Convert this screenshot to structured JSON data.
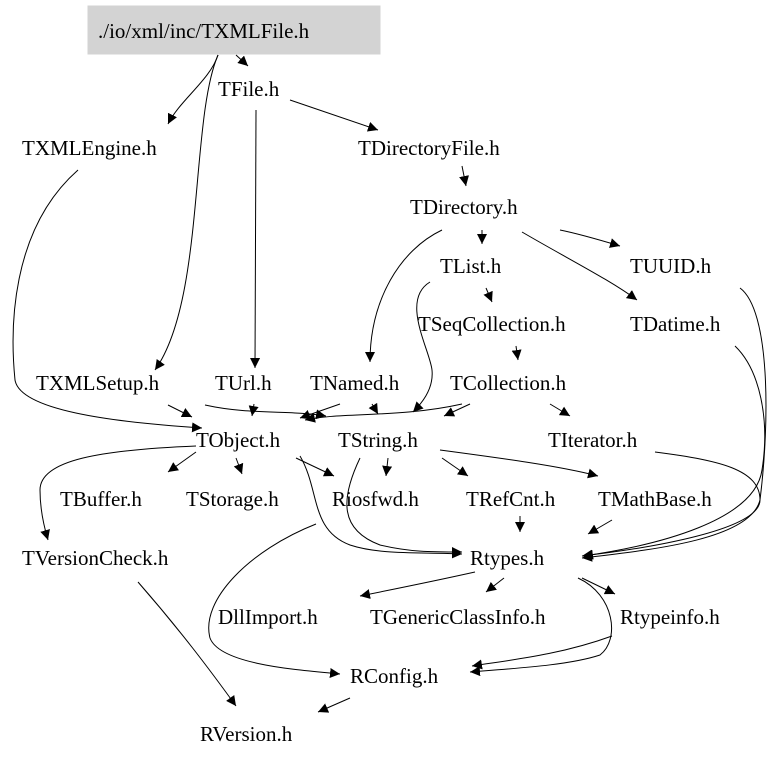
{
  "graph": {
    "root": "./io/xml/inc/TXMLFile.h",
    "nodes": {
      "txmlfile": "./io/xml/inc/TXMLFile.h",
      "tfile": "TFile.h",
      "txmlengine": "TXMLEngine.h",
      "tdirectoryfile": "TDirectoryFile.h",
      "tdirectory": "TDirectory.h",
      "tlist": "TList.h",
      "tuuid": "TUUID.h",
      "tseqcollection": "TSeqCollection.h",
      "tdatime": "TDatime.h",
      "txmlsetup": "TXMLSetup.h",
      "turl": "TUrl.h",
      "tnamed": "TNamed.h",
      "tcollection": "TCollection.h",
      "tobject": "TObject.h",
      "tstring": "TString.h",
      "titerator": "TIterator.h",
      "tbuffer": "TBuffer.h",
      "tstorage": "TStorage.h",
      "riosfwd": "Riosfwd.h",
      "trefcnt": "TRefCnt.h",
      "tmathbase": "TMathBase.h",
      "tversioncheck": "TVersionCheck.h",
      "rtypes": "Rtypes.h",
      "dllimport": "DllImport.h",
      "tgenericclassinfo": "TGenericClassInfo.h",
      "rtypeinfo": "Rtypeinfo.h",
      "rconfig": "RConfig.h",
      "rversion": "RVersion.h"
    },
    "colors": {
      "root_fill": "#d3d3d3",
      "edge": "#000000",
      "text": "#000000"
    }
  }
}
